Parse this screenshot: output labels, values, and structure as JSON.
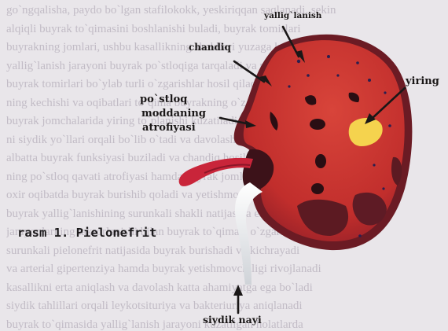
{
  "caption": "rasm 1. Pielonefrit",
  "labels": {
    "yalliglanish": "yallig`lanish",
    "chandiq": "chandiq",
    "yiring": "yiring",
    "postloq_line1": "po`stloq",
    "postloq_line2": "moddaning",
    "postloq_line3": "atrofiyasi",
    "siydik_nayi": "siydik nayi"
  },
  "background_text": [
    "go`ngqalisha, paydo bo`lgan stafilokokk, yeskiriqqan saqlanadi, sekin",
    "alqiqli buyrak to`qimasini boshlanishi buladi, buyrak tomirlari",
    "buyrakning jomlari, ushbu kasallikning shakllari yuzaga keladi",
    "yallig`lanish jarayoni buyrak po`stloqiga tarqaladi va parenxima",
    "buyrak tomirlari bo`ylab turli o`zgarishlar hosil qiladi, keyin",
    "ning kechishi va oqibatlari to`qima buyrakning o`zgarishlari",
    "buyrak jomchalarida yiring to`planishi kuzatiladi hamda",
    "ni siydik yo`llari orqali bo`lib o`tadi va davolash kerak",
    "albatta buyrak funksiyasi buziladi va chandiq hosil bo`ladi",
    "ning po`stloq qavati atrofiyasi hamda buyrak jomlari kengayadi",
    "oxir oqibatda buyrak burishib qoladi va yetishmovchilik paydo",
    "buyrak yallig`lanishining surunkali shakli natijasida esa hosil",
    "jarayonlarning takrorlanishi bilan buyrak to`qimasi o`zgaradi",
    "surunkali pielonefrit natijasida buyrak burishadi va kichrayadi",
    "va arterial gipertenziya hamda buyrak yetishmovchiligi rivojlanadi",
    "kasallikni erta aniqlash va davolash katta ahamiyatga ega bo`ladi",
    "siydik tahlillari orqali leykotsituriya va bakteriuriya aniqlanadi",
    "buyrak to`qimasida yallig`lanish jarayoni kuzatilgan holatlarda"
  ],
  "colors": {
    "kidney": "#c6312d",
    "kidney_dark": "#5a1a24",
    "pus": "#f5d34e",
    "vessel": "#c9253a"
  }
}
